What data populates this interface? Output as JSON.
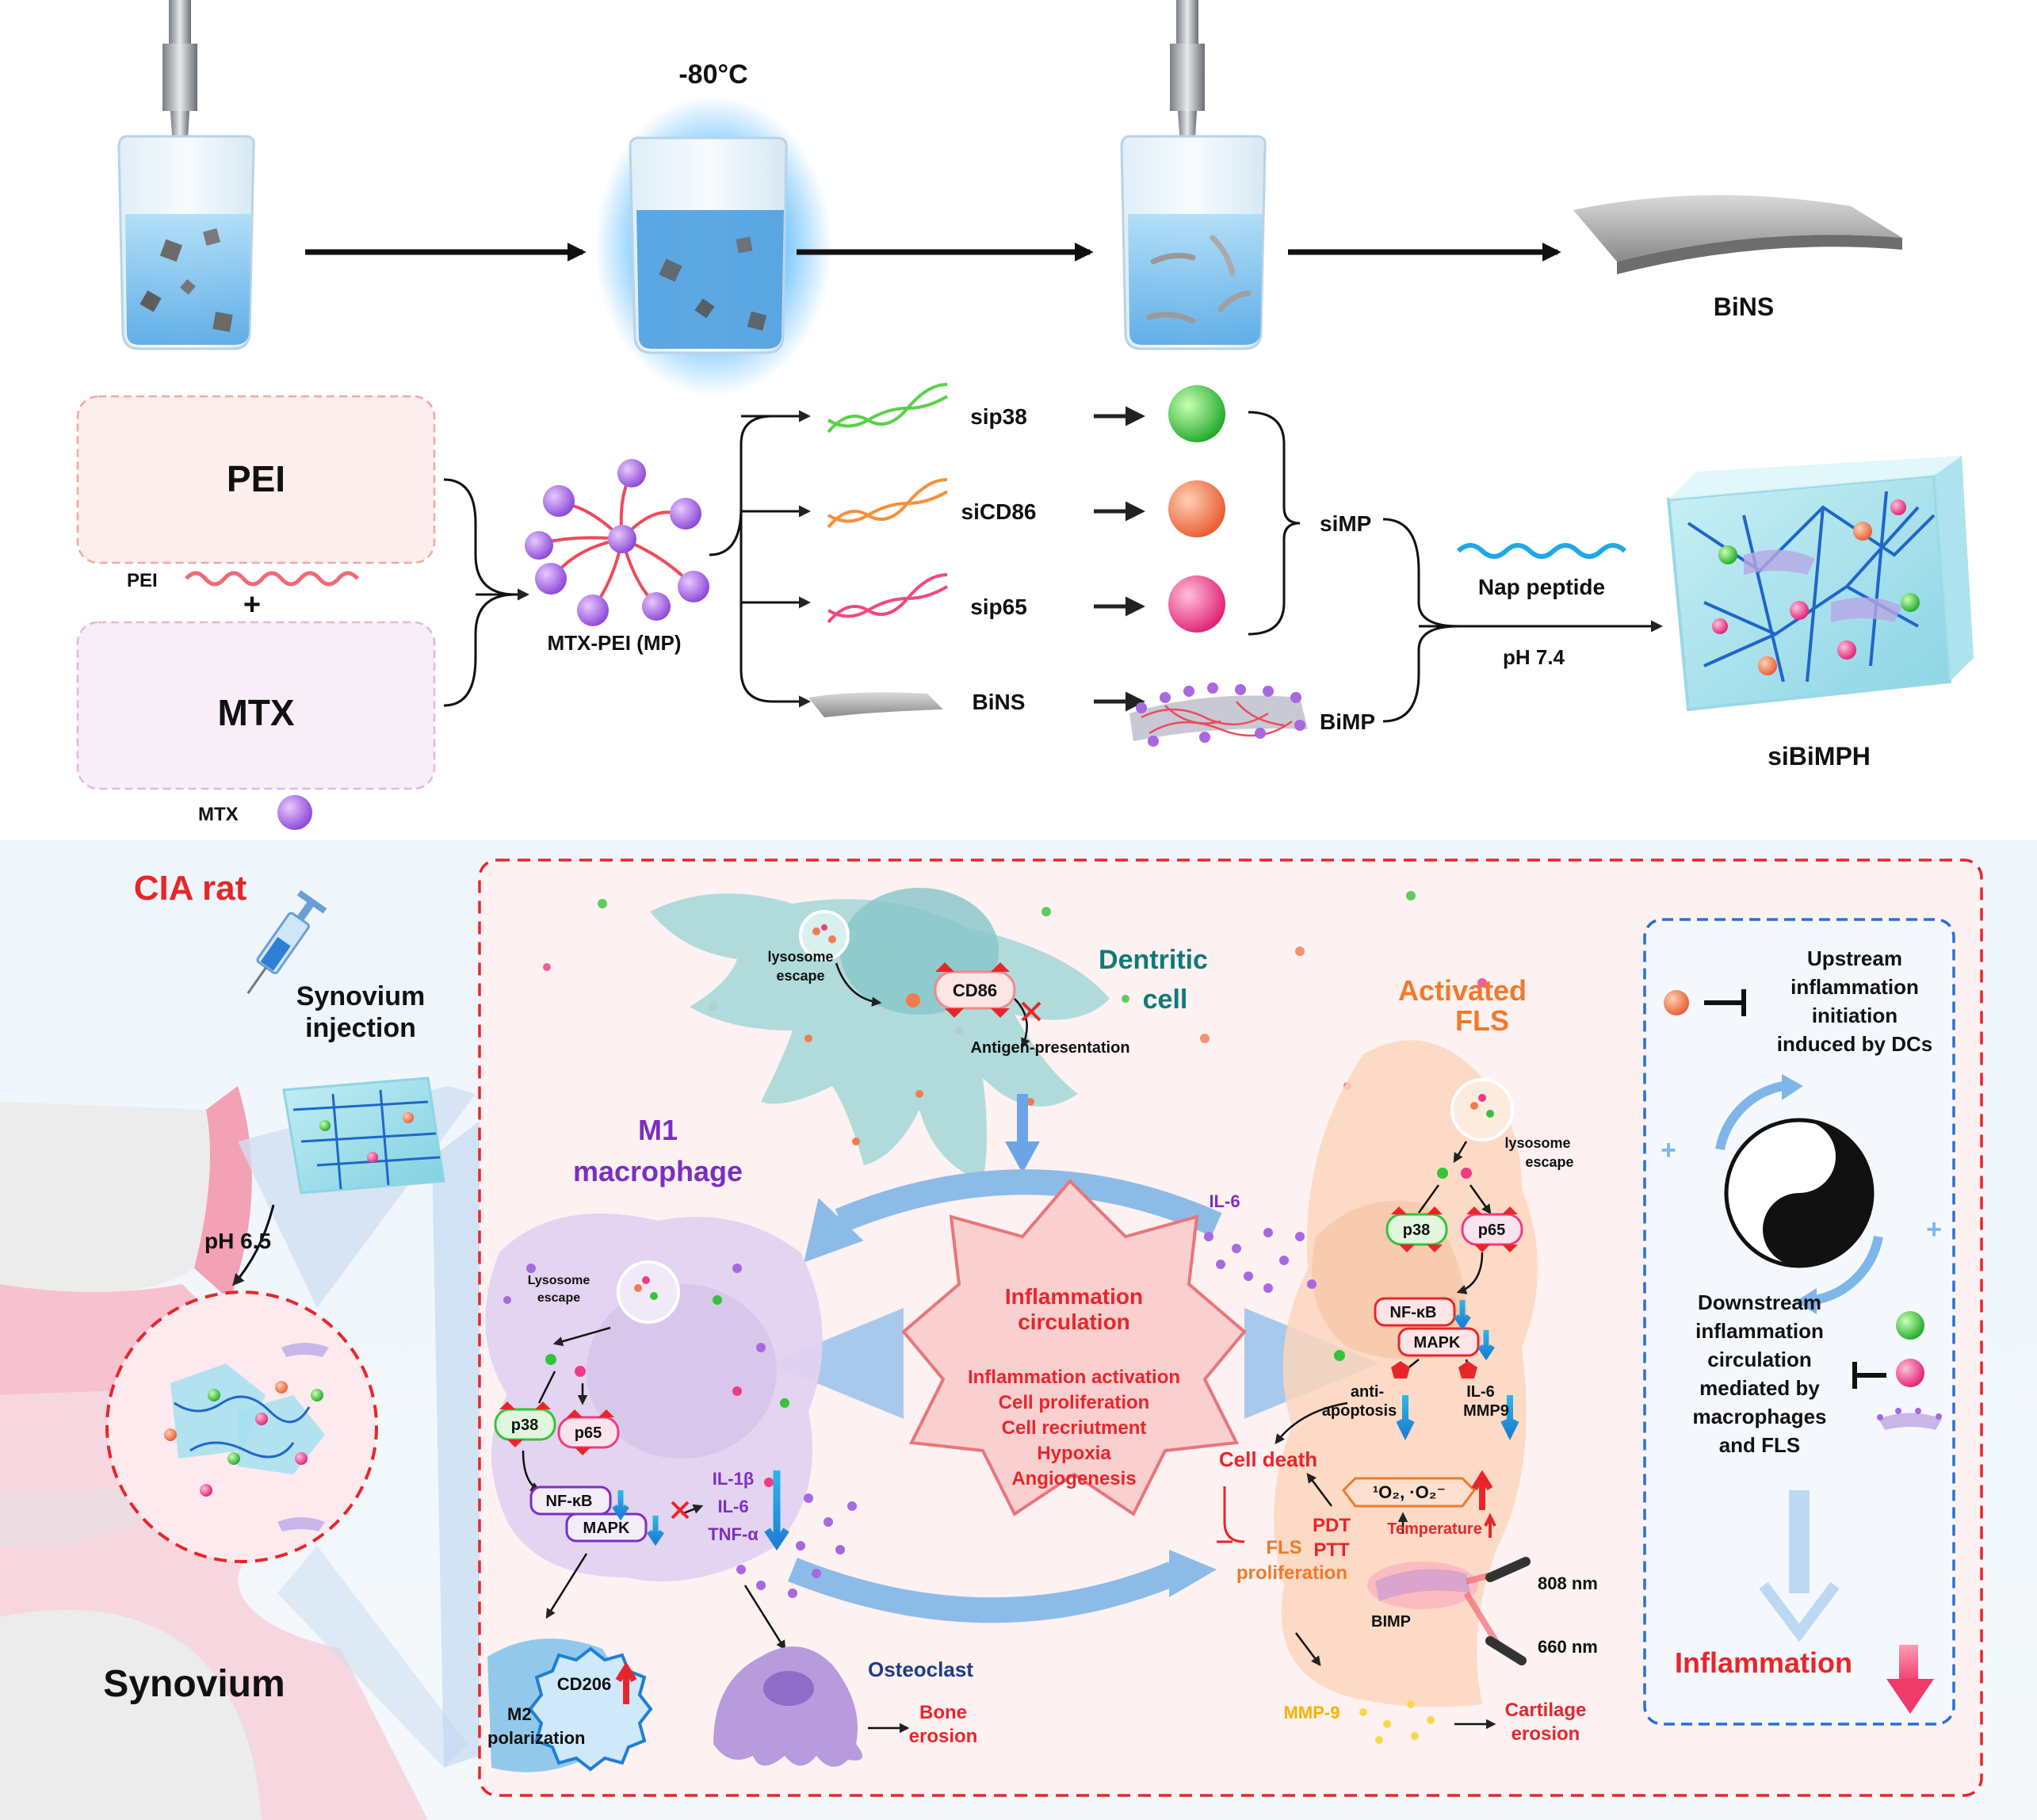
{
  "colors": {
    "red": "#e8262a",
    "purple": "#7b2fbf",
    "teal": "#0f7a78",
    "orange": "#f07a2a",
    "blue_frame": "#2a6fd6",
    "water": "#7ec4ef",
    "green_bead": "#36c23a",
    "orange_bead": "#f47a52",
    "pink_bead": "#ef3b86",
    "mtx_bead": "#a768e0"
  },
  "top": {
    "temp_label": "-80°C",
    "bins_label": "BiNS"
  },
  "synth": {
    "pei_box": "PEI",
    "mtx_box": "MTX",
    "pei_legend": "PEI",
    "plus": "+",
    "mtx_legend": "MTX",
    "mp_label": "MTX-PEI (MP)",
    "branches": [
      "sip38",
      "siCD86",
      "sip65",
      "BiNS"
    ],
    "simp": "siMP",
    "bimp": "BiMP",
    "nap": "Nap peptide",
    "ph74": "pH 7.4",
    "product": "siBiMPH"
  },
  "left": {
    "cia": "CIA rat",
    "injection": [
      "Synovium",
      "injection"
    ],
    "ph65": "pH 6.5",
    "synovium": "Synovium"
  },
  "dc": {
    "lysosome": [
      "lysosome",
      "escape"
    ],
    "cd86": "CD86",
    "name": [
      "Dentritic",
      "cell"
    ],
    "antigen": "Antigen-presentation"
  },
  "m1": {
    "name": [
      "M1",
      "macrophage"
    ],
    "lysosome": [
      "Lysosome",
      "escape"
    ],
    "p38": "p38",
    "p65": "p65",
    "nfkb": "NF-κB",
    "mapk": "MAPK",
    "cytokines": [
      "IL-1β",
      "IL-6",
      "TNF-α"
    ],
    "cd206": "CD206",
    "m2": [
      "M2",
      "polarization"
    ],
    "osteoclast": "Osteoclast",
    "bone": [
      "Bone",
      "erosion"
    ]
  },
  "center": {
    "title": [
      "Inflammation",
      "circulation"
    ],
    "items": [
      "Inflammation activation",
      "Cell proliferation",
      "Cell recriutment",
      "Hypoxia",
      "Angiogenesis"
    ]
  },
  "fls": {
    "name": [
      "Activated",
      "FLS"
    ],
    "lysosome": [
      "lysosome",
      "escape"
    ],
    "il6": "IL-6",
    "p38": "p38",
    "p65": "p65",
    "nfkb": "NF-κB",
    "mapk": "MAPK",
    "anti": [
      "anti-",
      "apoptosis"
    ],
    "il6b": [
      "IL-6",
      "MMP9"
    ],
    "cell_death": "Cell death",
    "ros": "¹O₂, ·O₂⁻",
    "pdt": "PDT",
    "ptt": "PTT",
    "temperature": "Temperature",
    "fls_prolif": [
      "FLS",
      "proliferation"
    ],
    "nm808": "808 nm",
    "nm660": "660 nm",
    "bimp": "BIMP",
    "mmp9": "MMP-9",
    "cartilage": [
      "Cartilage",
      "erosion"
    ]
  },
  "right": {
    "upstream": [
      "Upstream",
      "inflammation",
      "initiation",
      "induced by DCs"
    ],
    "downstream": [
      "Downstream",
      "inflammation",
      "circulation",
      "mediated by",
      "macrophages",
      "and FLS"
    ],
    "inflammation": "Inflammation",
    "plus": "+"
  }
}
